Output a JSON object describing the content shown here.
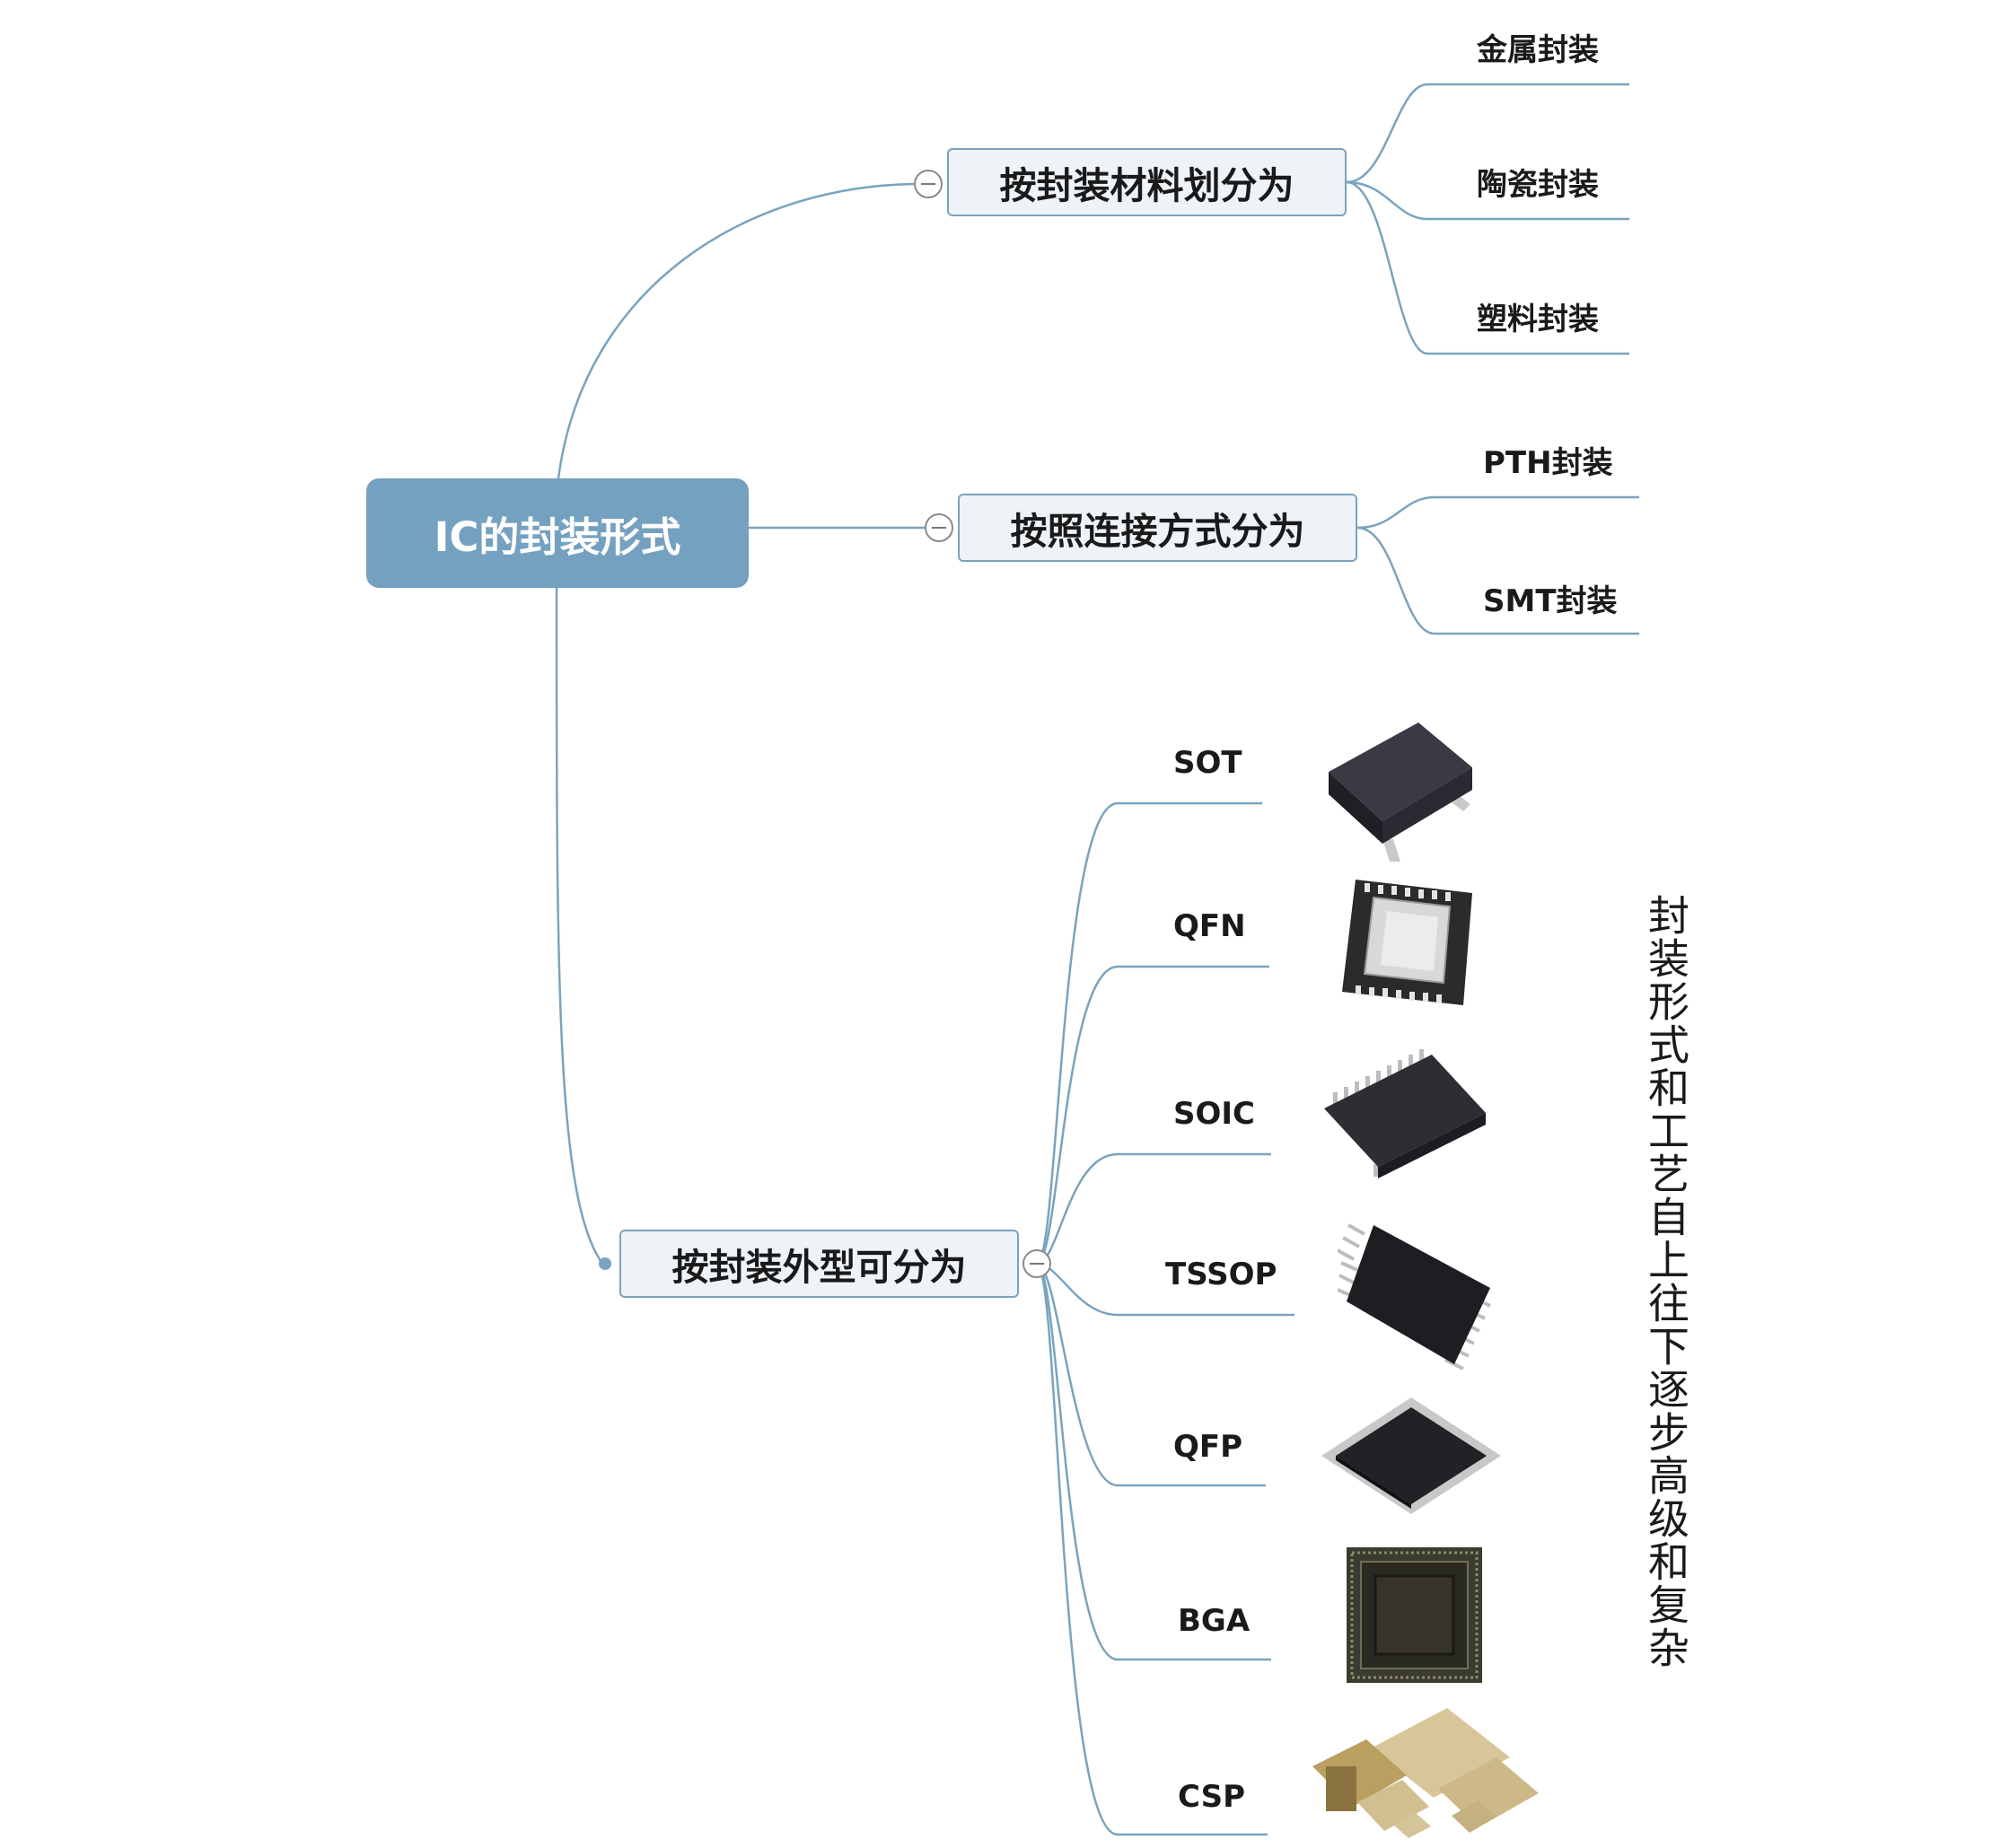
{
  "root": {
    "label": "IC的封装形式"
  },
  "branches": [
    {
      "label": "按封装材料划分为",
      "children": [
        "金属封装",
        "陶瓷封装",
        "塑料封装"
      ]
    },
    {
      "label": "按照连接方式分为",
      "children": [
        "PTH封装",
        "SMT封装"
      ]
    },
    {
      "label": "按封装外型可分为",
      "children": [
        "SOT",
        "QFN",
        "SOIC",
        "TSSOP",
        "QFP",
        "BGA",
        "CSP"
      ]
    }
  ],
  "chip_images": [
    "SOT chip photo",
    "QFN chip photo",
    "SOIC chip photo",
    "TSSOP chip photo",
    "QFP chip photo",
    "BGA chip photo",
    "CSP chip photo"
  ],
  "side_note": "封装形式和工艺自上往下逐步高级和复杂",
  "colors": {
    "root_fill": "#75a1c1",
    "node_fill": "#eef3f7",
    "connector": "#7aa3bf"
  }
}
